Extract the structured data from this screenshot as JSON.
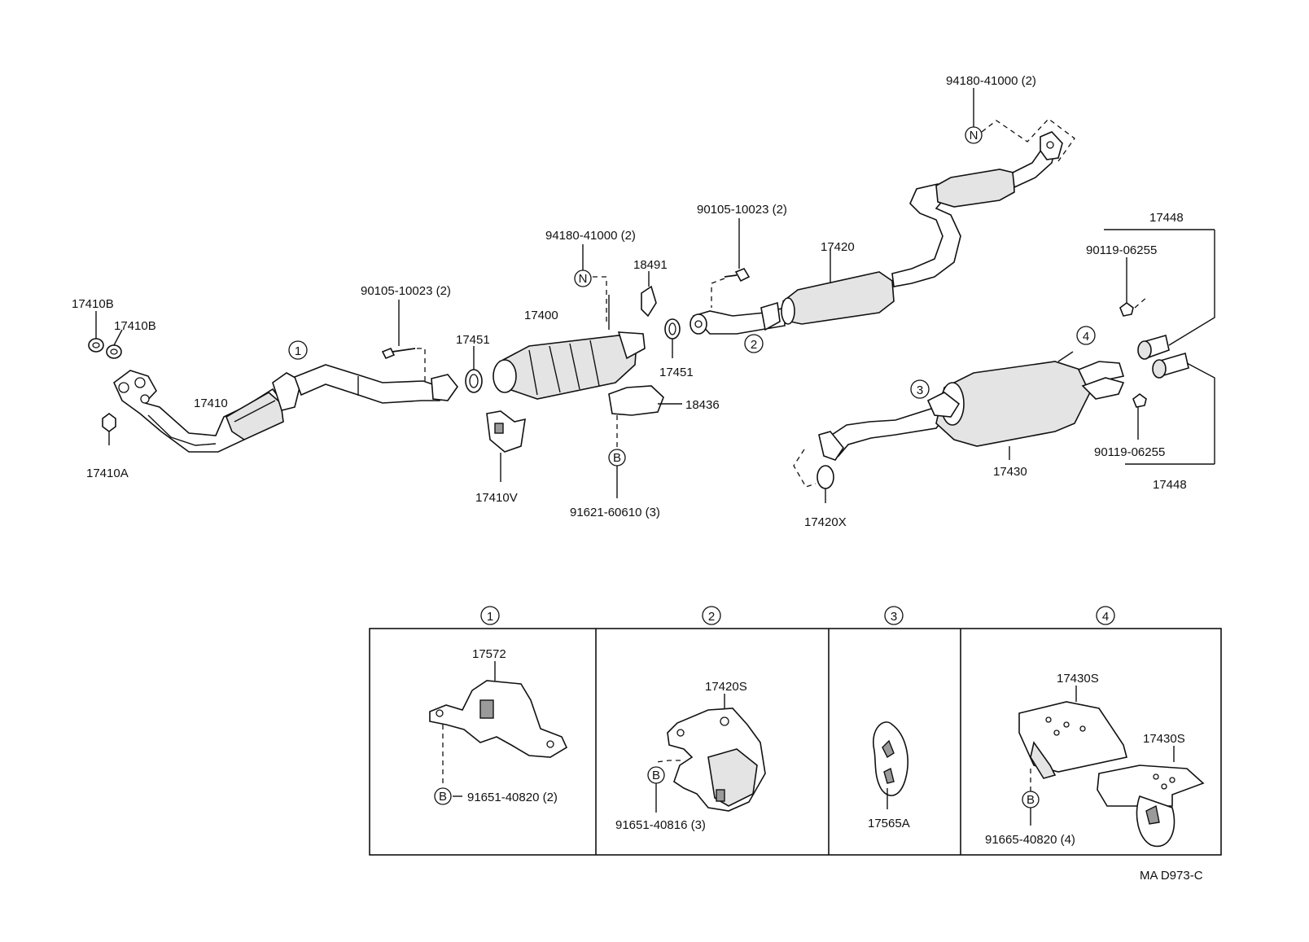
{
  "labels": {
    "l_17410B_1": "17410B",
    "l_17410B_2": "17410B",
    "l_17410A": "17410A",
    "l_17410": "17410",
    "l_callout1": "1",
    "l_90105_a": "90105-10023 (2)",
    "l_17451_a": "17451",
    "l_17400": "17400",
    "l_94180_a": "94180-41000 (2)",
    "l_N_a": "N",
    "l_18491": "18491",
    "l_17451_b": "17451",
    "l_18436": "18436",
    "l_B_a": "B",
    "l_91621": "91621-60610 (3)",
    "l_17410V": "17410V",
    "l_90105_b": "90105-10023 (2)",
    "l_17420": "17420",
    "l_callout2": "2",
    "l_94180_b": "94180-41000 (2)",
    "l_N_b": "N",
    "l_17448_top": "17448",
    "l_90119_top": "90119-06255",
    "l_callout4": "4",
    "l_callout3": "3",
    "l_17430": "17430",
    "l_90119_bot": "90119-06255",
    "l_17448_bot": "17448",
    "l_17420X": "17420X",
    "d_callout1": "1",
    "d_callout2": "2",
    "d_callout3": "3",
    "d_callout4": "4",
    "d_17572": "17572",
    "d_B1": "B",
    "d_91651_40820": "91651-40820 (2)",
    "d_17420S": "17420S",
    "d_B2": "B",
    "d_91651_40816": "91651-40816 (3)",
    "d_17565A": "17565A",
    "d_17430S_1": "17430S",
    "d_17430S_2": "17430S",
    "d_B4": "B",
    "d_91665": "91665-40820 (4)",
    "ref_code": "MA D973-C"
  }
}
